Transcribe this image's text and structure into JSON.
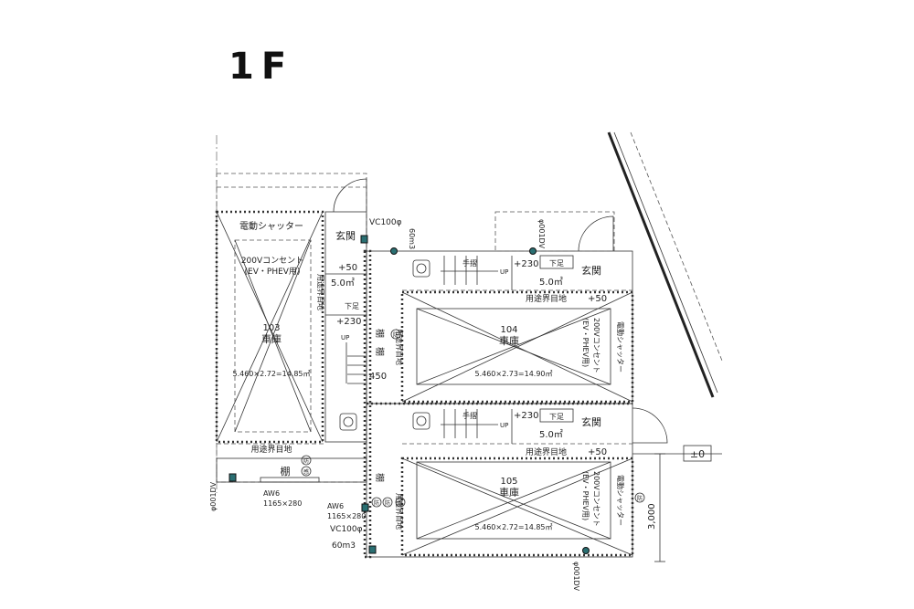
{
  "floor_label": "1F",
  "units": {
    "u103": {
      "shutter": "電動シャッター",
      "outlet": "200Vコンセント",
      "outlet_note": "(EV・PHEV用)",
      "number": "103",
      "room": "車庫",
      "area_calc": "5.460×2.72=14.85㎡",
      "boundary": "用途界目地",
      "boundary_v": "用途界目地",
      "shelf": "棚",
      "entrance": "玄関",
      "level_entrance": "+50",
      "entrance_area": "5.0㎡",
      "level_stair": "+230",
      "up": "UP",
      "lower": "下足",
      "dim_450": "450"
    },
    "u104": {
      "entrance": "玄関",
      "lower": "下足",
      "level_stair": "+230",
      "handrail": "手摺",
      "up": "UP",
      "entrance_area": "5.0㎡",
      "boundary": "用途界目地",
      "level": "+50",
      "boundary_v": "用途界目地",
      "shelf": "棚",
      "number": "104",
      "room": "車庫",
      "area_calc": "5.460×2.73=14.90㎡",
      "outlet_v": "200Vコンセント",
      "outlet_note_v": "(EV・PHEV用)",
      "shutter_v": "電動シャッター"
    },
    "u105": {
      "entrance": "玄関",
      "lower": "下足",
      "level_stair": "+230",
      "handrail": "手摺",
      "up": "UP",
      "entrance_area": "5.0㎡",
      "boundary": "用途界目地",
      "level": "+50",
      "boundary_v": "用途界目地",
      "shelf": "棚",
      "number": "105",
      "room": "車庫",
      "area_calc": "5.460×2.72=14.85㎡",
      "outlet_v": "200Vコンセント",
      "outlet_note_v": "(EV・PHEV用)",
      "shutter_v": "電動シャッター"
    }
  },
  "equipment": {
    "vc_label": "VC100φ",
    "vc_volume": "60m3",
    "vc_phi": "φ001DV",
    "aw_label": "AW6",
    "aw_size": "1165×280",
    "aw_label_2": "AW6",
    "aw_size_2": "1165×280",
    "vc_label_2": "VC100φ",
    "vc_volume_2": "60m3",
    "vc_phi_2": "φ001DV",
    "vc_phi_3": "φ001DV"
  },
  "markers": {
    "m1": "防",
    "m2": "感",
    "m3": "防",
    "m4": "防",
    "m5": "感",
    "m6": "防",
    "m7": "防"
  },
  "dimensions": {
    "ground_level": "±0",
    "height": "3,000"
  }
}
